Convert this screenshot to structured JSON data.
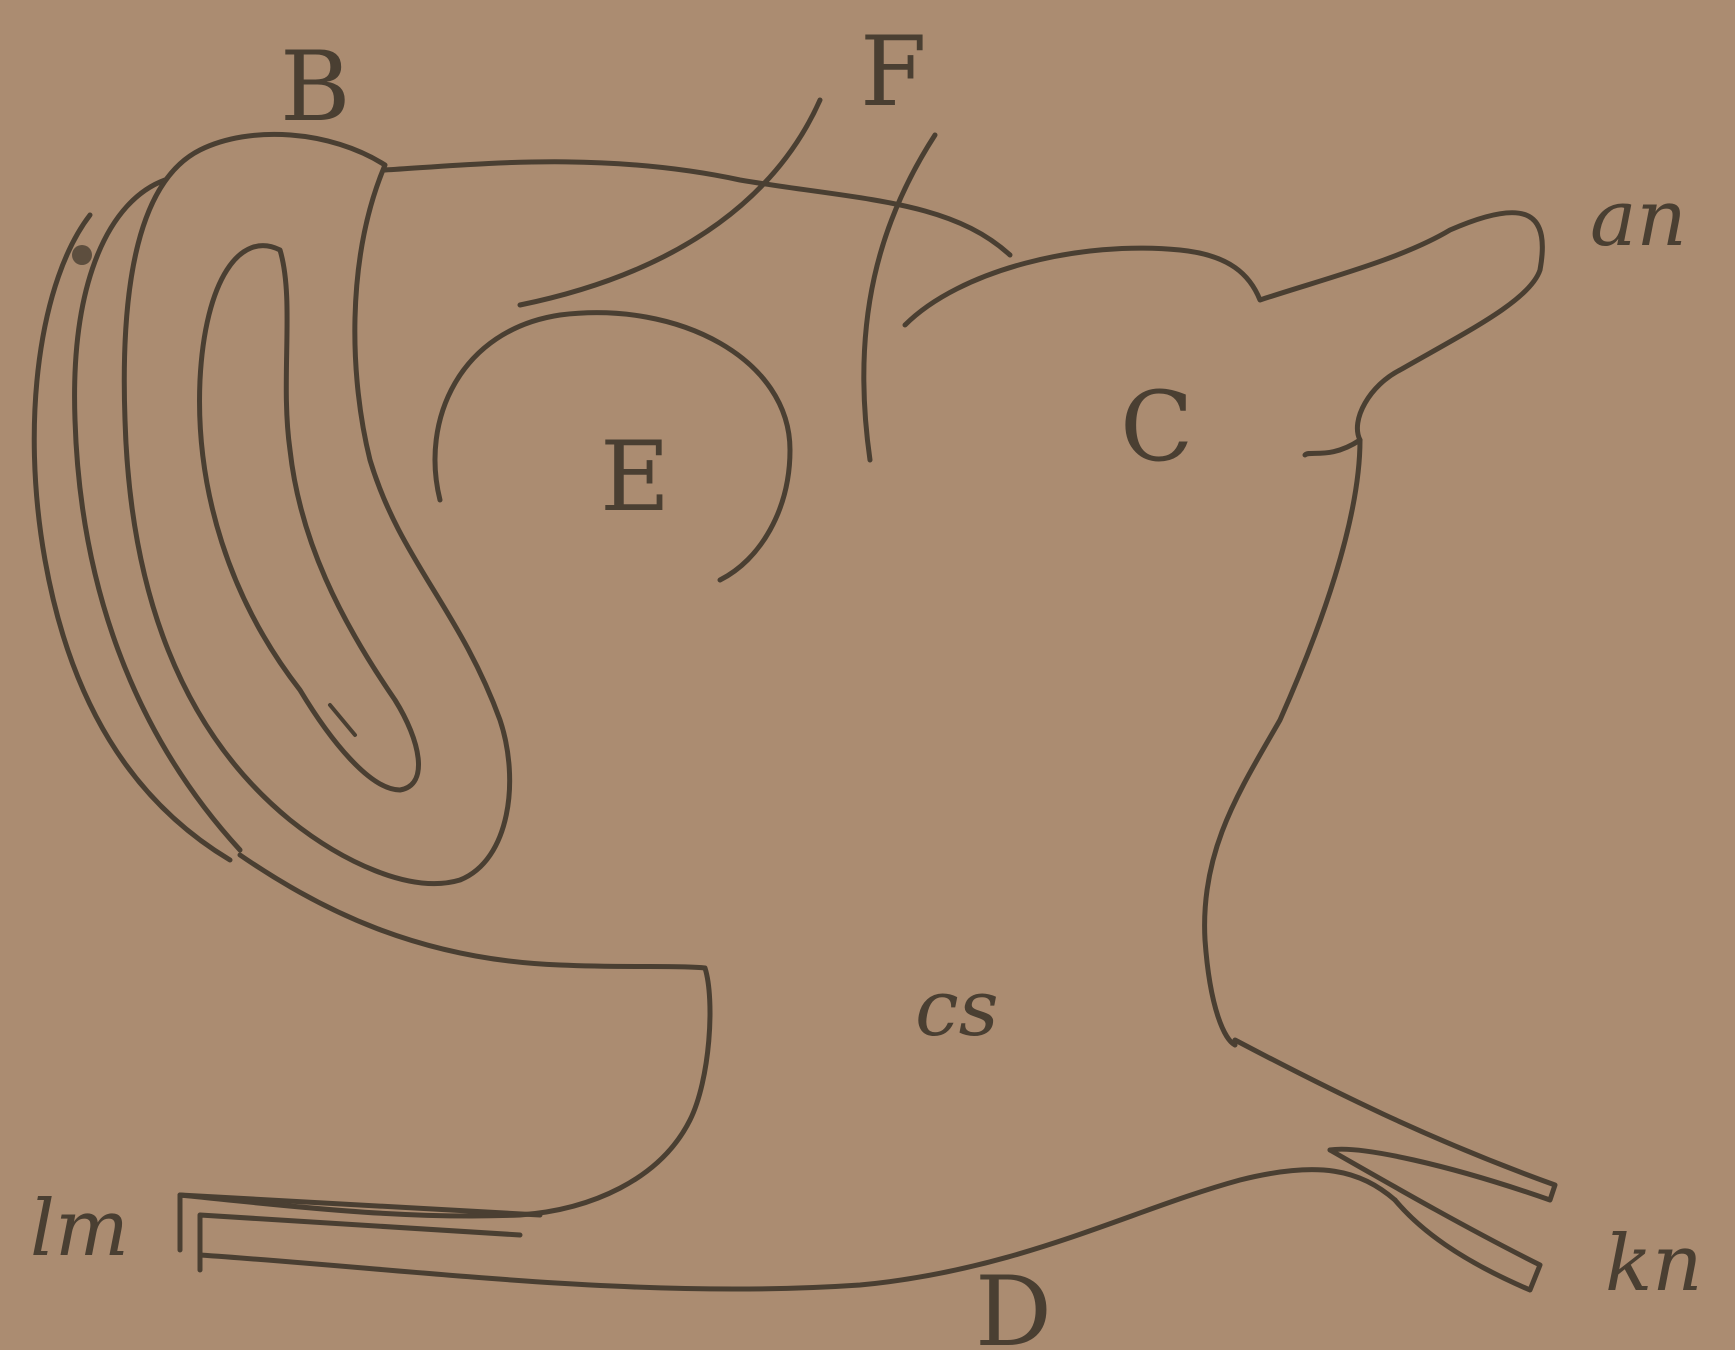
{
  "colors": {
    "paper": "#a98a6f",
    "ink": "#4a3f32"
  },
  "labels": {
    "B": "B",
    "F": "F",
    "an": "an",
    "E": "E",
    "C": "C",
    "cs": "cs",
    "lm": "lm",
    "kn": "kn",
    "D": "D"
  }
}
